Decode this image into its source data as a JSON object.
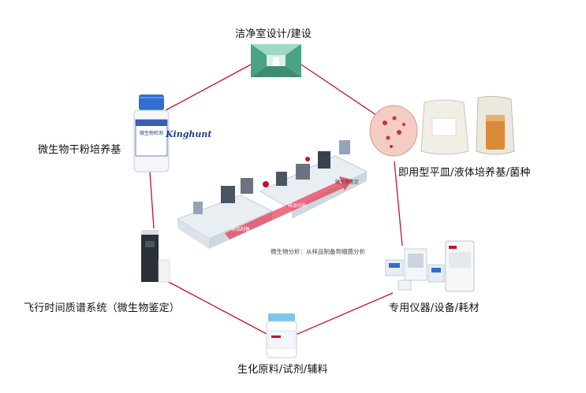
{
  "nodes": {
    "cleanroom": "洁净室设计/建设",
    "plates": "即用型平皿/液体培养基/菌种",
    "instruments": "专用仪器/设备/耗材",
    "reagents": "生化原料/试剂/辅料",
    "tof": "飞行时间质谱系统（微生物鉴定）",
    "powder": "微生物干粉培养基"
  },
  "center": {
    "caption": "微生物分析：从样品制备到细菌分析",
    "arrow_label_1": "样品制备",
    "arrow_label_2": "样品分析",
    "arrow_label_3": "微生物鉴定"
  },
  "brand": {
    "logo": "Kinghunt",
    "bottle_small_text": "微生物检测"
  },
  "colors": {
    "connector": "#c8102e",
    "arrow": "#e8405a"
  }
}
